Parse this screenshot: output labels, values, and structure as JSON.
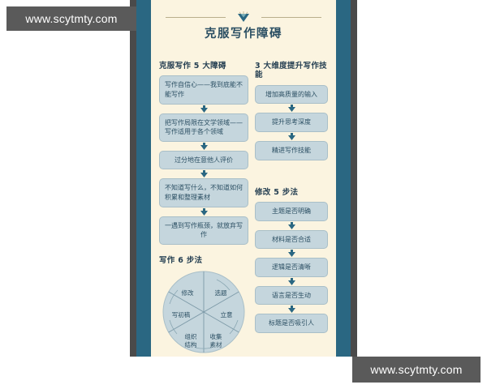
{
  "watermarks": {
    "top": "www.scytmty.com",
    "bottom": "www.scytmty.com"
  },
  "poster": {
    "title": "克服写作障碍",
    "ornament_icon": "diamond-ornament",
    "colors": {
      "card_background": "#fbf4e0",
      "side_bar": "#2a6782",
      "frame": "#4a4a4a",
      "box_fill": "#c5d6dd",
      "box_border": "#a9bfc8",
      "text": "#2b4f63",
      "heading": "#253f52",
      "rule": "#b9ae8c"
    },
    "left_column": {
      "obstacles": {
        "heading": "克服写作 5 大障碍",
        "items": [
          "写作自信心——我到底能不能写作",
          "把写作局限在文学领域——写作适用于各个领域",
          "过分地在意他人评价",
          "不知道写什么，不知道如何积累和整理素材",
          "一遇到写作瓶颈，就放弃写作"
        ]
      },
      "wheel": {
        "heading": "写作 6 步法",
        "segments": [
          "选题",
          "立意",
          "收集素材",
          "组织结构",
          "写初稿",
          "修改"
        ]
      }
    },
    "right_column": {
      "skills": {
        "heading": "3 大维度提升写作技能",
        "items": [
          "增加高质量的输入",
          "提升思考深度",
          "精进写作技能"
        ]
      },
      "revision": {
        "heading": "修改 5 步法",
        "items": [
          "主题是否明确",
          "材料是否合适",
          "逻辑是否清晰",
          "语言是否生动",
          "标题是否吸引人"
        ]
      }
    }
  }
}
